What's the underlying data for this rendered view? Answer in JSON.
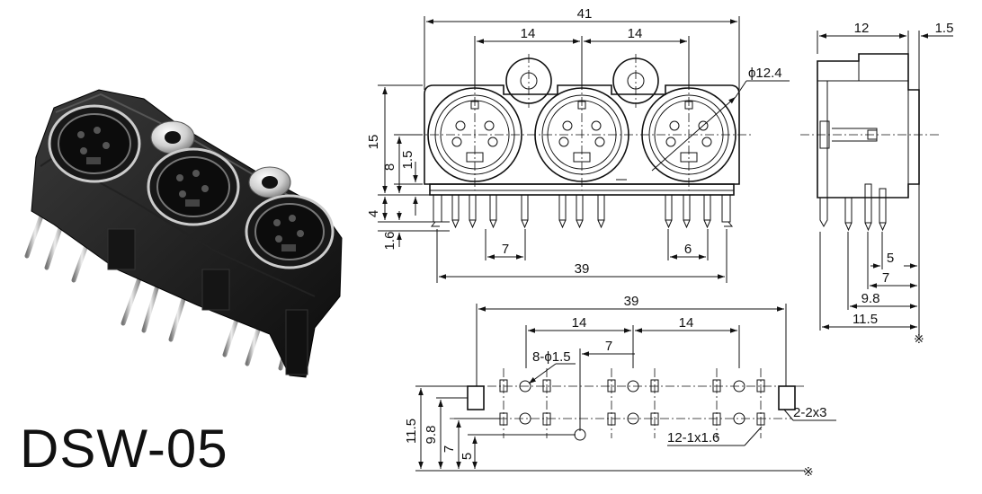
{
  "title": "DSW-05",
  "front_view": {
    "overall_width": "41",
    "pitch_1": "14",
    "pitch_2": "14",
    "diameter": "ϕ12.4",
    "height": "15",
    "center_height": "8",
    "offset_small": "1.5",
    "pin_length": "4",
    "pin_offset": "1.6",
    "pin_spacing_left": "7",
    "pin_spacing_right": "6",
    "pin_span": "39"
  },
  "side_view": {
    "depth": "12",
    "flange": "1.5",
    "dim_5": "5",
    "dim_7": "7",
    "dim_9_8": "9.8",
    "dim_11_5": "11.5",
    "ref_mark": "※"
  },
  "footprint": {
    "span": "39",
    "pitch_1": "14",
    "pitch_2": "14",
    "hole_spacing": "7",
    "round_holes": "8-ϕ1.5",
    "mount_holes": "2-2x3",
    "slot_holes": "12-1x1.6",
    "dim_11_5": "11.5",
    "dim_9_8": "9.8",
    "dim_7": "7",
    "dim_5": "5",
    "ref_mark": "※"
  }
}
